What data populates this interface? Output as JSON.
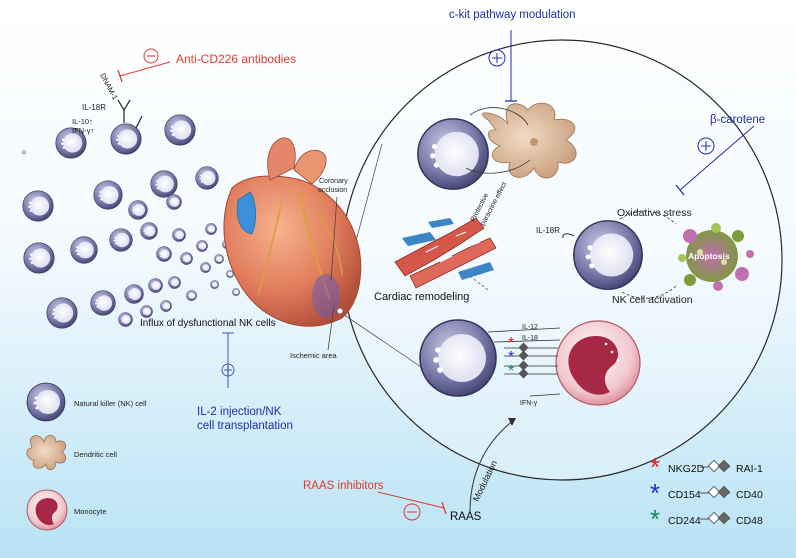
{
  "labels": {
    "anti_cd226": "Anti-CD226 antibodies",
    "dnam1": "DNAM-1",
    "il18r_left": "IL-18R",
    "il10": "IL-10↑",
    "ifng": "IFN-γ↑",
    "ckit": "c-kit pathway modulation",
    "beta_carotene": "β-carotene",
    "coronary_occlusion_1": "Coronary",
    "coronary_occlusion_2": "occlusion",
    "protective_1": "Protective",
    "protective_2": "paracrine effect",
    "oxidative_stress": "Oxidative stress",
    "il18r_right": "IL-18R",
    "apoptosis": "Apoptosis",
    "cardiac_remodeling": "Cardiac remodeling",
    "nk_activation": "NK cell activation",
    "influx": "Influx of dysfunctional NK cells",
    "ischemic_area": "Ischemic area",
    "il12": "IL-12",
    "il18": "IL-18",
    "ifn_gamma": "IFN-γ",
    "il2_line1": "IL-2 injection/NK",
    "il2_line2": "cell transplantation",
    "modulation": "Modulation",
    "raas_inhibitors": "RAAS inhibitors",
    "raas": "RAAS",
    "plus": "⊕",
    "minus": "⊖"
  },
  "legend_cells": [
    {
      "label": "Natural killer (NK) cell"
    },
    {
      "label": "Dendritic cell"
    },
    {
      "label": "Monocyte"
    }
  ],
  "legend_pairs": [
    {
      "left": "NKG2D",
      "right": "RAI-1",
      "color": "#e0231f"
    },
    {
      "left": "CD154",
      "right": "CD40",
      "color": "#1a2fd0"
    },
    {
      "left": "CD244",
      "right": "CD48",
      "color": "#138a55"
    }
  ],
  "colors": {
    "red_text": "#e03a2f",
    "blue_text": "#1f2fa8",
    "nk_cell": "#6e6e9c",
    "background_gradient_bottom": "#bfe6f5"
  }
}
